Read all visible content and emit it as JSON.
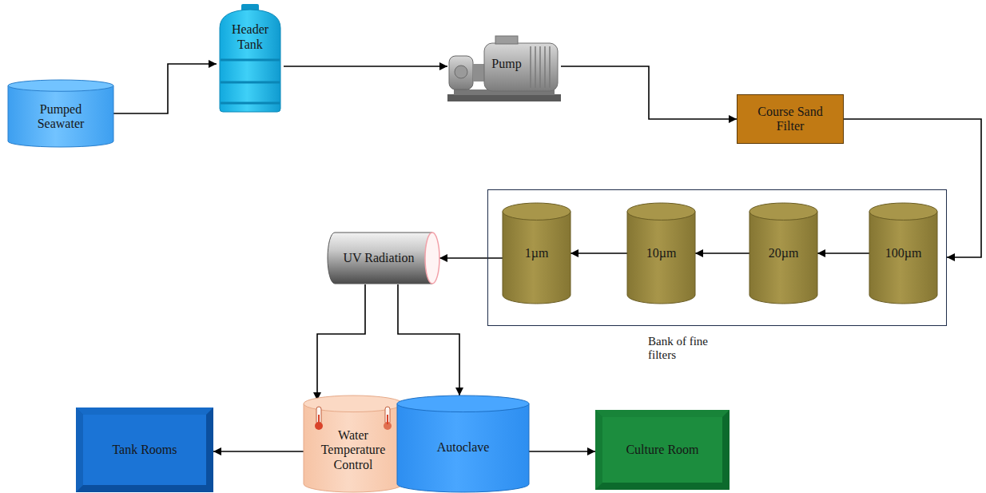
{
  "diagram": {
    "nodes": [
      {
        "text": [
          "Pumped Seawater"
        ]
      },
      {
        "text": [
          "Header Tank"
        ]
      },
      {
        "text": [
          "Pump"
        ]
      },
      {
        "text": [
          "Course Sand Filter"
        ]
      },
      {
        "text": [
          "Bank of fine filters"
        ]
      },
      {
        "text": [
          "100µm"
        ],
        "in": 4
      },
      {
        "text": [
          "20µm"
        ],
        "in": 4
      },
      {
        "text": [
          "10µm"
        ],
        "in": 4
      },
      {
        "text": [
          "1µm"
        ],
        "in": 4
      },
      {
        "text": [
          "UV Radiation"
        ]
      },
      {
        "text": [
          "Water Temperature Control"
        ]
      },
      {
        "text": [
          "Autoclave"
        ]
      },
      {
        "text": [
          "Tank Rooms"
        ]
      },
      {
        "text": [
          "Culture Room"
        ]
      }
    ],
    "edges": [
      {
        "from": 0,
        "to": 1,
        "arrow": "to"
      },
      {
        "from": 1,
        "to": 2,
        "arrow": "to"
      },
      {
        "from": 2,
        "to": 3,
        "arrow": "to"
      },
      {
        "from": 3,
        "to": 4,
        "arrow": "to"
      },
      {
        "from": 5,
        "to": 6,
        "arrow": "to"
      },
      {
        "from": 6,
        "to": 7,
        "arrow": "to"
      },
      {
        "from": 7,
        "to": 8,
        "arrow": "to"
      },
      {
        "from": 8,
        "to": 9,
        "arrow": "to"
      },
      {
        "from": 9,
        "to": 10,
        "arrow": "to"
      },
      {
        "from": 9,
        "to": 11,
        "arrow": "to"
      },
      {
        "from": 10,
        "to": 12,
        "arrow": "to"
      },
      {
        "from": 11,
        "to": 13,
        "arrow": "to"
      }
    ]
  }
}
